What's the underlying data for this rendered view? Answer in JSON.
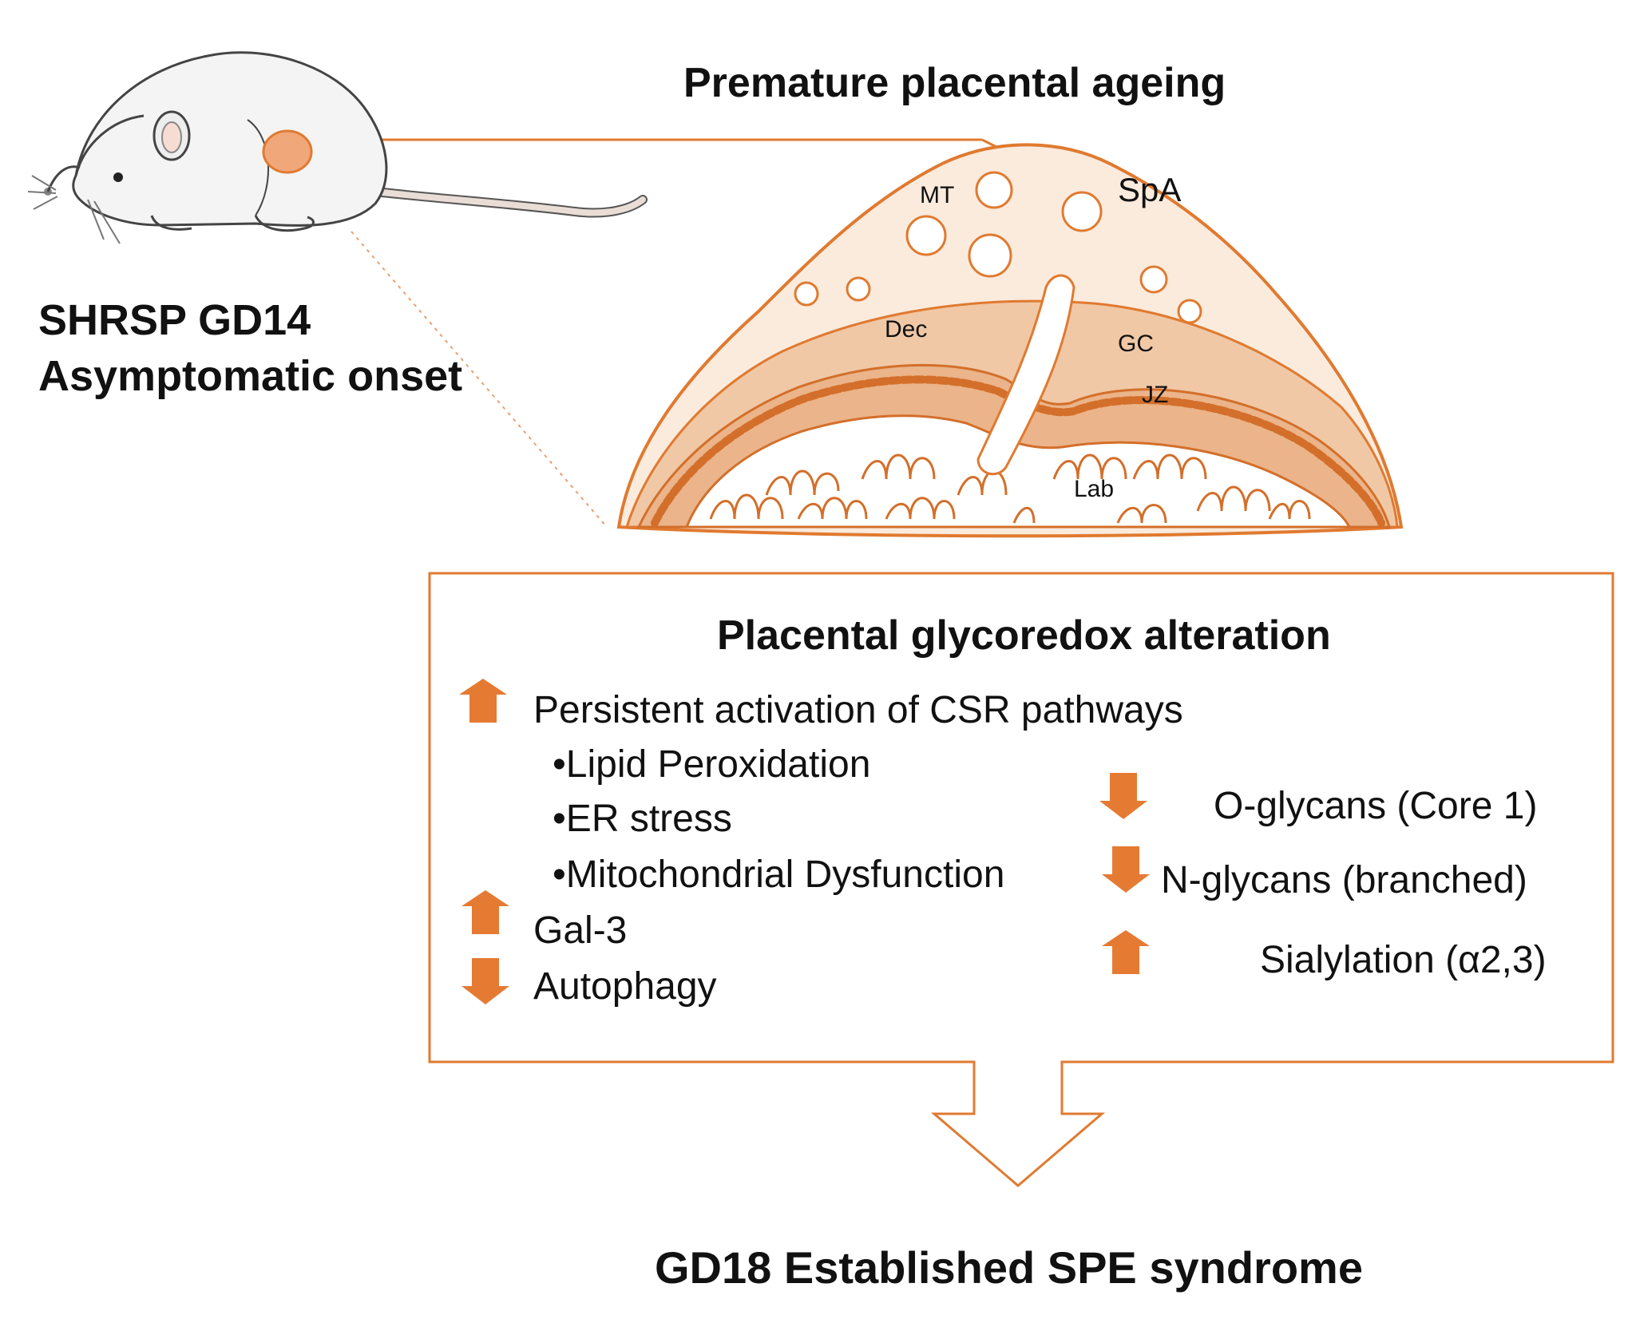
{
  "colors": {
    "accent": "#E07A30",
    "light_fill": "#FBEBDD",
    "mid_fill": "#F0C8A6",
    "band_fill": "#EBB48A",
    "dark_dots": "#D36F2A"
  },
  "icons": [
    "mouse-illustration",
    "placenta-cross-section",
    "arrow-up-icon",
    "arrow-down-icon",
    "hollow-down-arrow"
  ],
  "header": {
    "title": "Premature placental ageing"
  },
  "mouse": {
    "line1": "SHRSP GD14",
    "line2": "Asymptomatic onset"
  },
  "placenta_labels": {
    "mt": "MT",
    "spa": "SpA",
    "dec": "Dec",
    "gc": "GC",
    "jz": "JZ",
    "lab": "Lab"
  },
  "box": {
    "title": "Placental glycoredox alteration",
    "left_items": [
      {
        "direction": "up",
        "label": "Persistent activation of CSR pathways"
      },
      {
        "direction": "up",
        "label": "Gal-3"
      },
      {
        "direction": "down",
        "label": "Autophagy"
      }
    ],
    "bullets": [
      "•Lipid Peroxidation",
      "•ER stress",
      "•Mitochondrial Dysfunction"
    ],
    "right_items": [
      {
        "direction": "down",
        "label": "O-glycans (Core 1)"
      },
      {
        "direction": "down",
        "label": "N-glycans (branched)"
      },
      {
        "direction": "up",
        "label": "Sialylation (α2,3)"
      }
    ]
  },
  "footer": {
    "conclusion": "GD18 Established SPE syndrome"
  }
}
